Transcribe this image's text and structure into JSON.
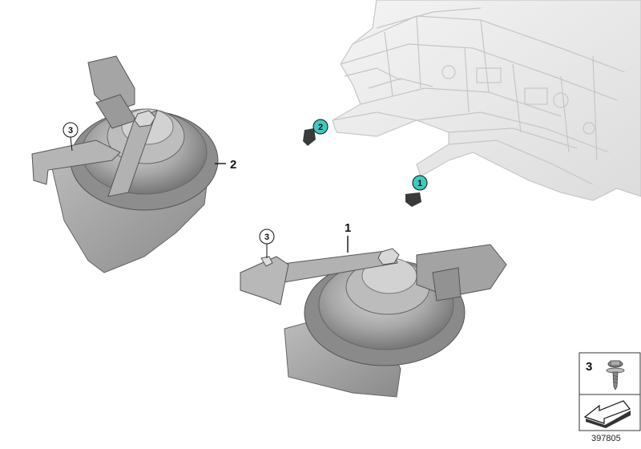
{
  "callouts": {
    "c1": "1",
    "c2": "2",
    "c3_top": "3",
    "c3_bottom": "3"
  },
  "labels": {
    "part_1": "1",
    "part_2": "2"
  },
  "legend": {
    "part_number": "3"
  },
  "diagram_id": "397805",
  "colors": {
    "callout_highlight": "#3fc9c0",
    "part_gray": "#9b9b9b",
    "body_line": "#cfcfcf"
  },
  "icons": [
    "screw-icon",
    "arrow-icon"
  ]
}
